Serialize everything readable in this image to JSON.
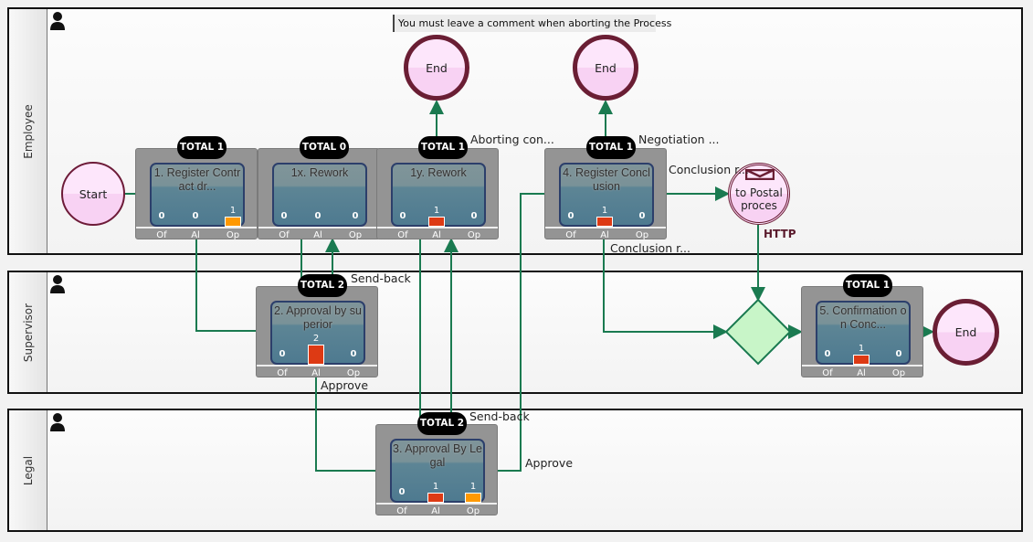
{
  "comment": "You must leave a comment when aborting the Process",
  "lanes": [
    {
      "label": "Employee"
    },
    {
      "label": "Supervisor"
    },
    {
      "label": "Legal"
    }
  ],
  "column_labels": [
    "Of",
    "Al",
    "Op"
  ],
  "total_prefix": "TOTAL",
  "tasks": [
    {
      "id": "task1",
      "name": "1. Register Contract dr...",
      "total": "TOTAL 1",
      "counts": [
        0,
        0,
        1
      ]
    },
    {
      "id": "task1x",
      "name": "1x. Rework",
      "total": "TOTAL 0",
      "counts": [
        0,
        0,
        0
      ]
    },
    {
      "id": "task1y",
      "name": "1y. Rework",
      "total": "TOTAL 1",
      "counts": [
        0,
        1,
        0
      ]
    },
    {
      "id": "task4",
      "name": "4. Register Conclusion",
      "total": "TOTAL 1",
      "counts": [
        0,
        1,
        0
      ]
    },
    {
      "id": "task2",
      "name": "2. Approval by superior",
      "total": "TOTAL 2",
      "counts": [
        0,
        2,
        0
      ]
    },
    {
      "id": "task3",
      "name": "3. Approval By Legal",
      "total": "TOTAL 2",
      "counts": [
        0,
        1,
        1
      ]
    },
    {
      "id": "task5",
      "name": "5. Confirmation on Conc...",
      "total": "TOTAL 1",
      "counts": [
        0,
        1,
        0
      ]
    }
  ],
  "events": {
    "start": "Start",
    "end1": "End",
    "end2": "End",
    "end3": "End",
    "postal": "to Postal proces",
    "postal_tag": "HTTP"
  },
  "flow_labels": {
    "aborting": "Aborting con...",
    "negotiation": "Negotiation ...",
    "conclusion1": "Conclusion r...",
    "conclusion2": "Conclusion r...",
    "sendback1": "Send-back",
    "approve1": "Approve",
    "sendback2": "Send-back",
    "approve2": "Approve"
  },
  "colors": {
    "al_bar": "#dd3a14",
    "op_bar": "#ff9900",
    "flow": "#1a7a50",
    "end_border": "#6a1e34"
  }
}
